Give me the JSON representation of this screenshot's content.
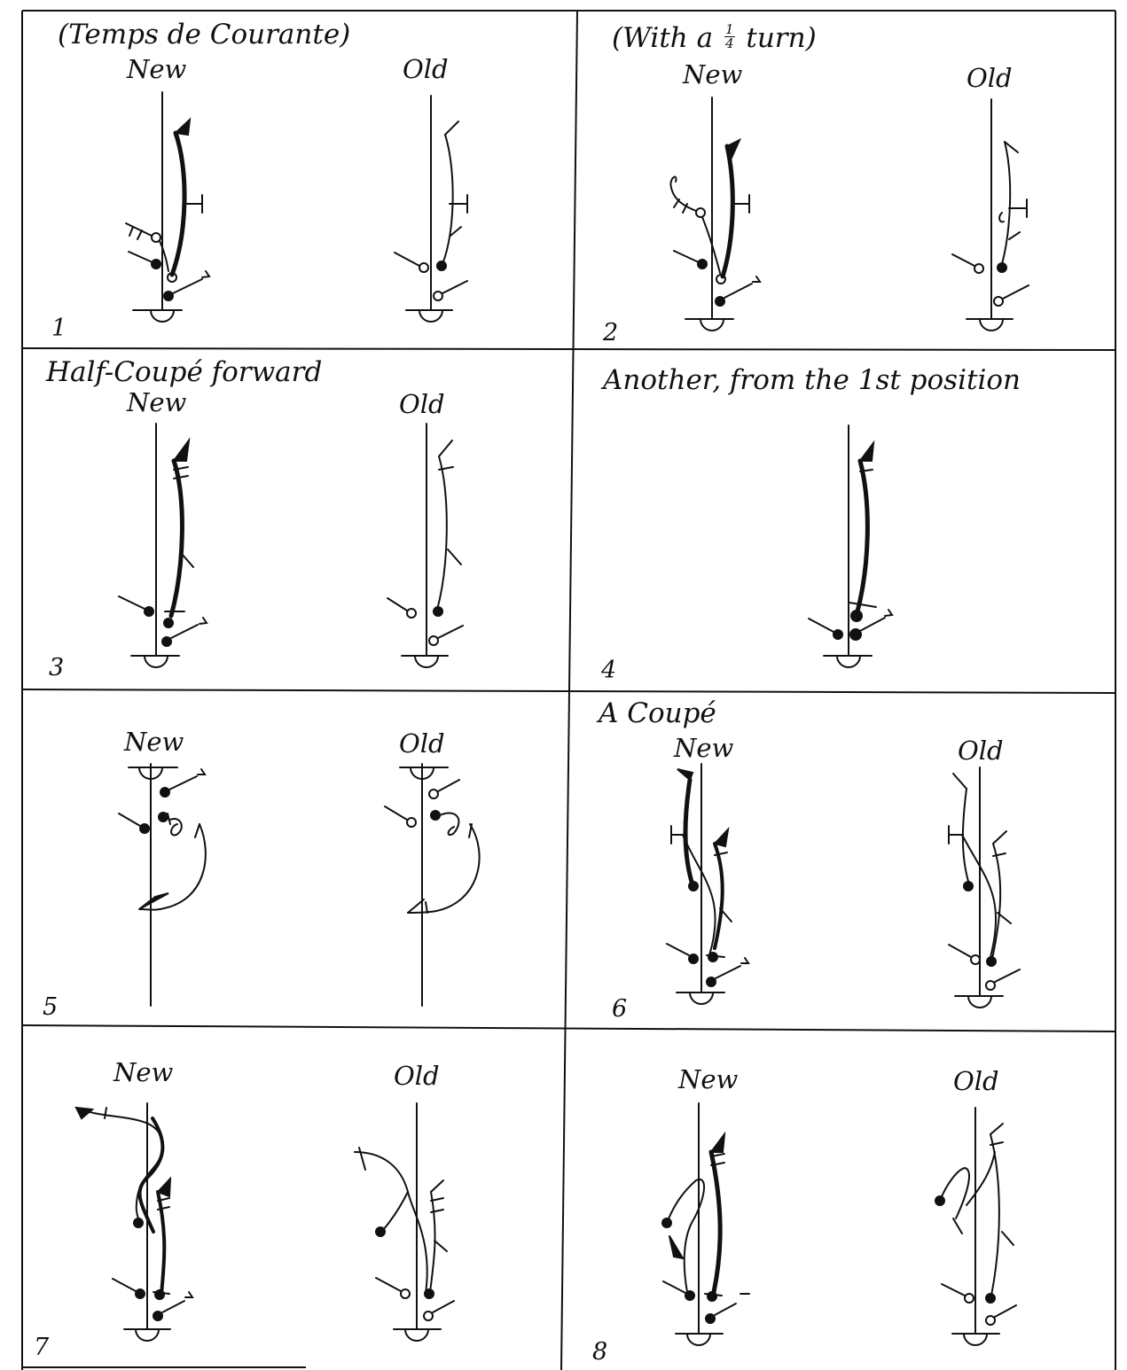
{
  "panels": [
    {
      "number": "1",
      "caption": "(Temps de Courante)",
      "labels": [
        "New",
        "Old"
      ]
    },
    {
      "number": "2",
      "caption_prefix": "(With a",
      "fraction_num": "1",
      "fraction_den": "4",
      "caption_suffix": "turn)",
      "labels": [
        "New",
        "Old"
      ]
    },
    {
      "number": "3",
      "caption": "Half-Coupé forward",
      "labels": [
        "New",
        "Old"
      ]
    },
    {
      "number": "4",
      "caption": "Another, from the 1st position",
      "labels": []
    },
    {
      "number": "5",
      "caption": "",
      "labels": [
        "New",
        "Old"
      ]
    },
    {
      "number": "6",
      "caption": "A Coupé",
      "labels": [
        "New",
        "Old"
      ]
    },
    {
      "number": "7",
      "caption": "",
      "labels": [
        "New",
        "Old"
      ]
    },
    {
      "number": "8",
      "caption": "",
      "labels": [
        "New",
        "Old"
      ]
    }
  ]
}
